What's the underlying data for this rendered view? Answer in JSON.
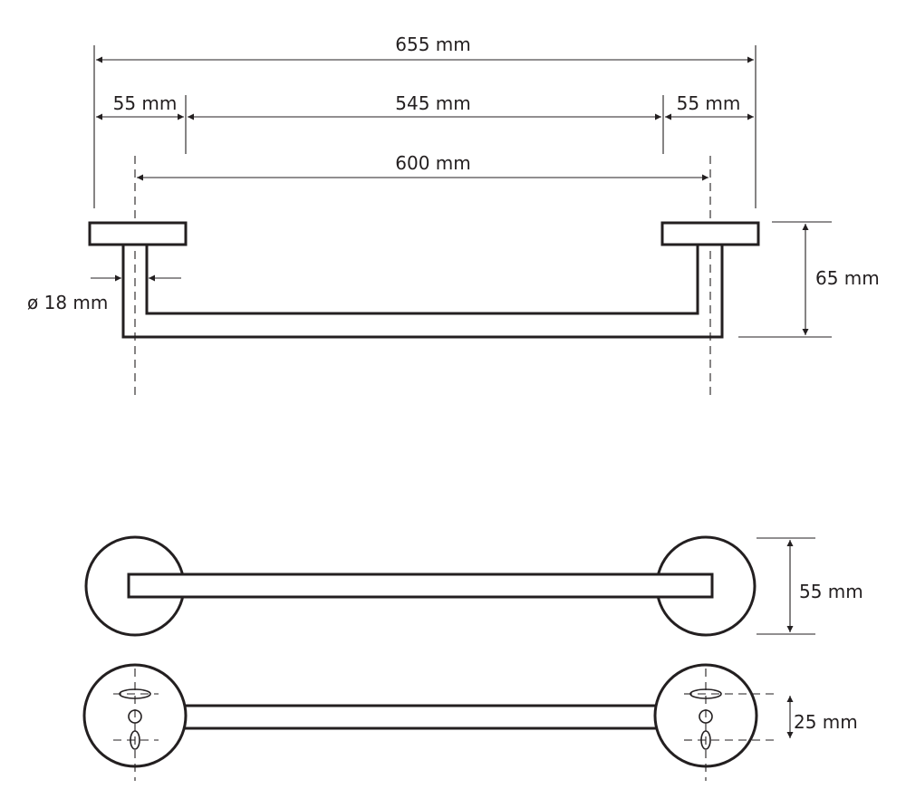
{
  "dimensions": {
    "overall_length": "655 mm",
    "left_flange_width": "55 mm",
    "inner_span": "545 mm",
    "right_flange_width": "55 mm",
    "center_distance": "600 mm",
    "tube_diameter": "ø 18 mm",
    "projection_depth": "65 mm",
    "rosette_diameter": "55 mm",
    "hole_spacing": "25 mm"
  },
  "colors": {
    "line": "#231f20",
    "background": "#ffffff"
  }
}
